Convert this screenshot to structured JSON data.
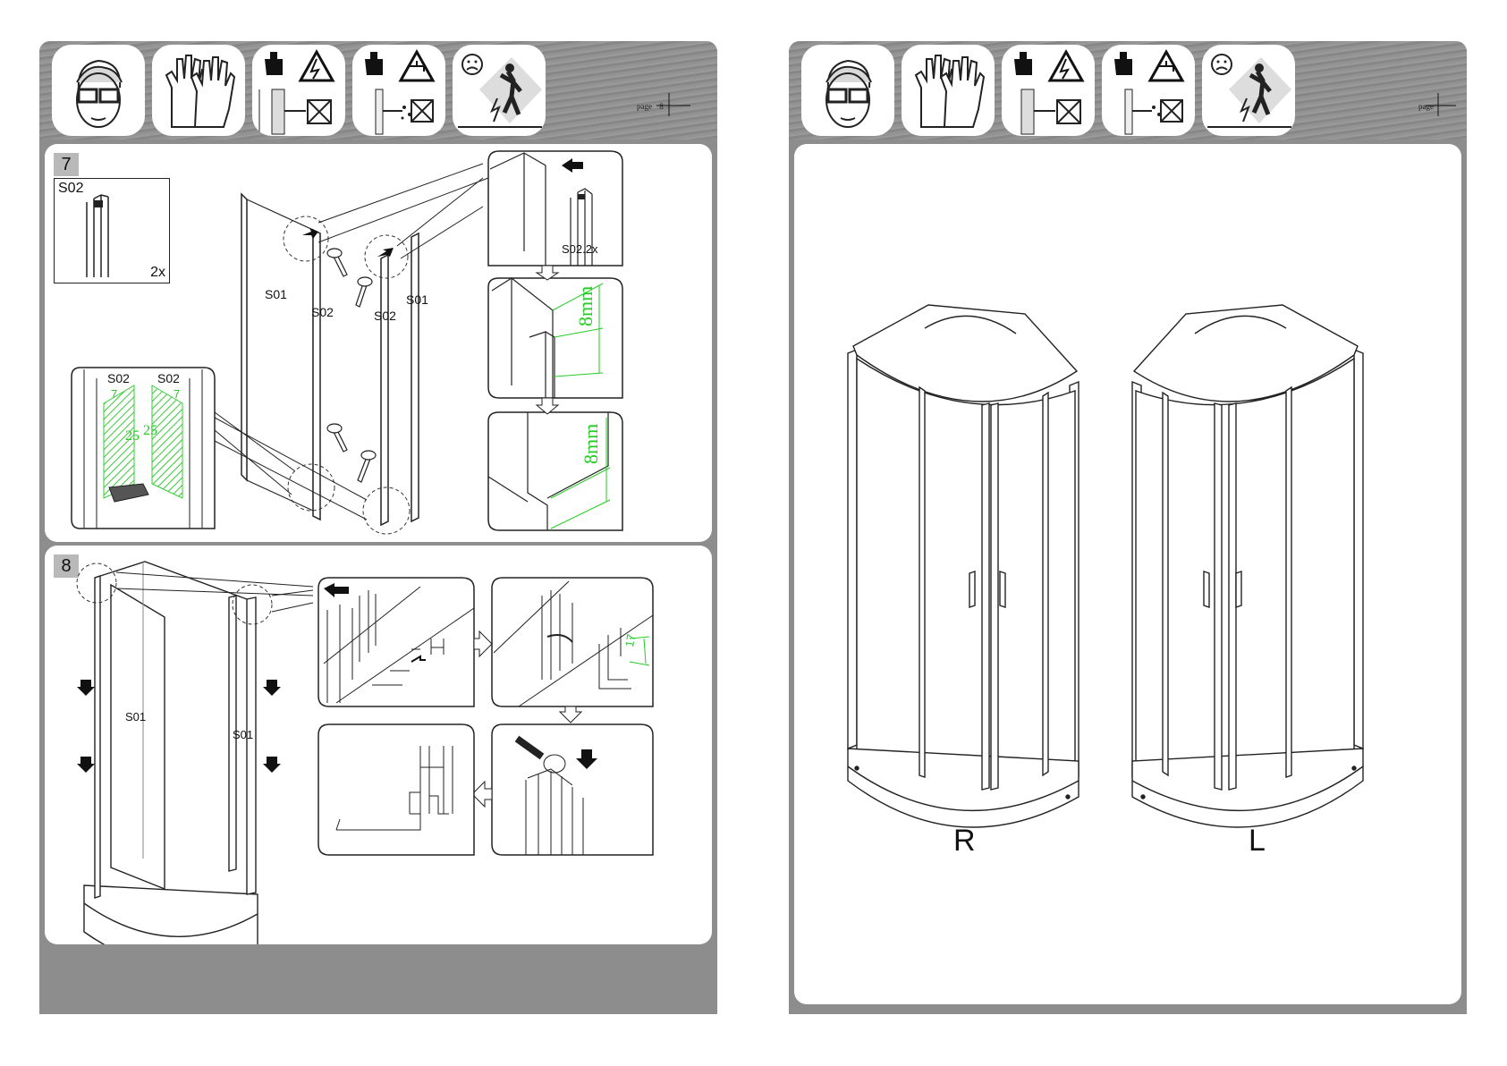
{
  "left_page": {
    "page_label": "page",
    "page_number": "8",
    "step7": {
      "number": "7",
      "part_box": {
        "code": "S02",
        "qty": "2x"
      },
      "labels": {
        "s01_left": "S01",
        "s02_left": "S02",
        "s02_right": "S02",
        "s01_right": "S01"
      },
      "detail_top_label": "S02.2x",
      "dim_8mm_a": "8mm",
      "dim_8mm_b": "8mm",
      "cut_detail": {
        "left_code": "S02",
        "right_code": "S02",
        "dim_7_left": "7",
        "dim_7_right": "7",
        "dim_25_left": "25",
        "dim_25_right": "25"
      }
    },
    "step8": {
      "number": "8",
      "labels": {
        "s01_left": "S01",
        "s01_right": "S01"
      },
      "dim_17": "17"
    }
  },
  "right_page": {
    "page_label": "page",
    "variants": {
      "right": "R",
      "left": "L"
    }
  },
  "colors": {
    "sheet_gray": "#8d8d8d",
    "dimension_green": "#22cc22",
    "hatch_green": "#33cc33",
    "step_badge": "#b9b9b9"
  },
  "safety_icons": [
    "goggles-icon",
    "gloves-icon",
    "electrical-hazard-icon",
    "water-hazard-icon",
    "no-dropping-icon"
  ]
}
